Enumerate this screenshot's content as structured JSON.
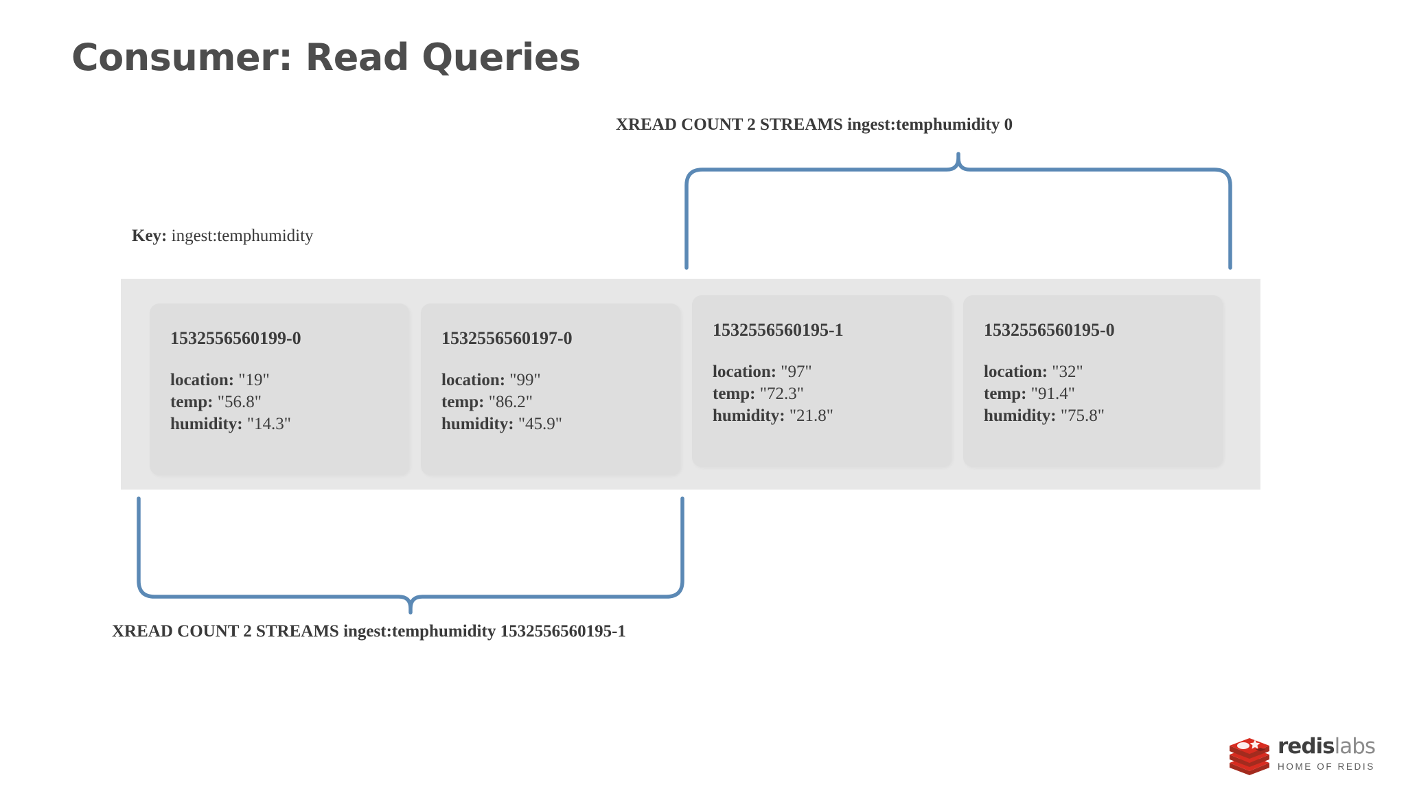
{
  "slide": {
    "title": "Consumer: Read Queries",
    "background_color": "#ffffff",
    "title_color": "#4d4d4d"
  },
  "key": {
    "label": "Key:",
    "value": "ingest:temphumidity"
  },
  "annotations": {
    "top_query": "XREAD COUNT 2 STREAMS ingest:temphumidity 0",
    "bottom_query": "XREAD COUNT 2 STREAMS ingest:temphumidity 1532556560195-1",
    "brace_color": "#5b89b5"
  },
  "stream": {
    "band_color": "#e7e7e7",
    "card_color": "#dedede",
    "entries": [
      {
        "id": "1532556560199-0",
        "fields": [
          {
            "name": "location:",
            "value": "\"19\""
          },
          {
            "name": "temp:",
            "value": "\"56.8\""
          },
          {
            "name": "humidity:",
            "value": "\"14.3\""
          }
        ]
      },
      {
        "id": "1532556560197-0",
        "fields": [
          {
            "name": "location:",
            "value": "\"99\""
          },
          {
            "name": "temp:",
            "value": "\"86.2\""
          },
          {
            "name": "humidity:",
            "value": "\"45.9\""
          }
        ]
      },
      {
        "id": "1532556560195-1",
        "fields": [
          {
            "name": "location:",
            "value": "\"97\""
          },
          {
            "name": "temp:",
            "value": "\"72.3\""
          },
          {
            "name": "humidity:",
            "value": "\"21.8\""
          }
        ]
      },
      {
        "id": "1532556560195-0",
        "fields": [
          {
            "name": "location:",
            "value": "\"32\""
          },
          {
            "name": "temp:",
            "value": "\"91.4\""
          },
          {
            "name": "humidity:",
            "value": "\"75.8\""
          }
        ]
      }
    ]
  },
  "logo": {
    "wordmark_bold": "redis",
    "wordmark_light": "labs",
    "tagline": "HOME OF REDIS",
    "mark_color": "#d82c20"
  }
}
